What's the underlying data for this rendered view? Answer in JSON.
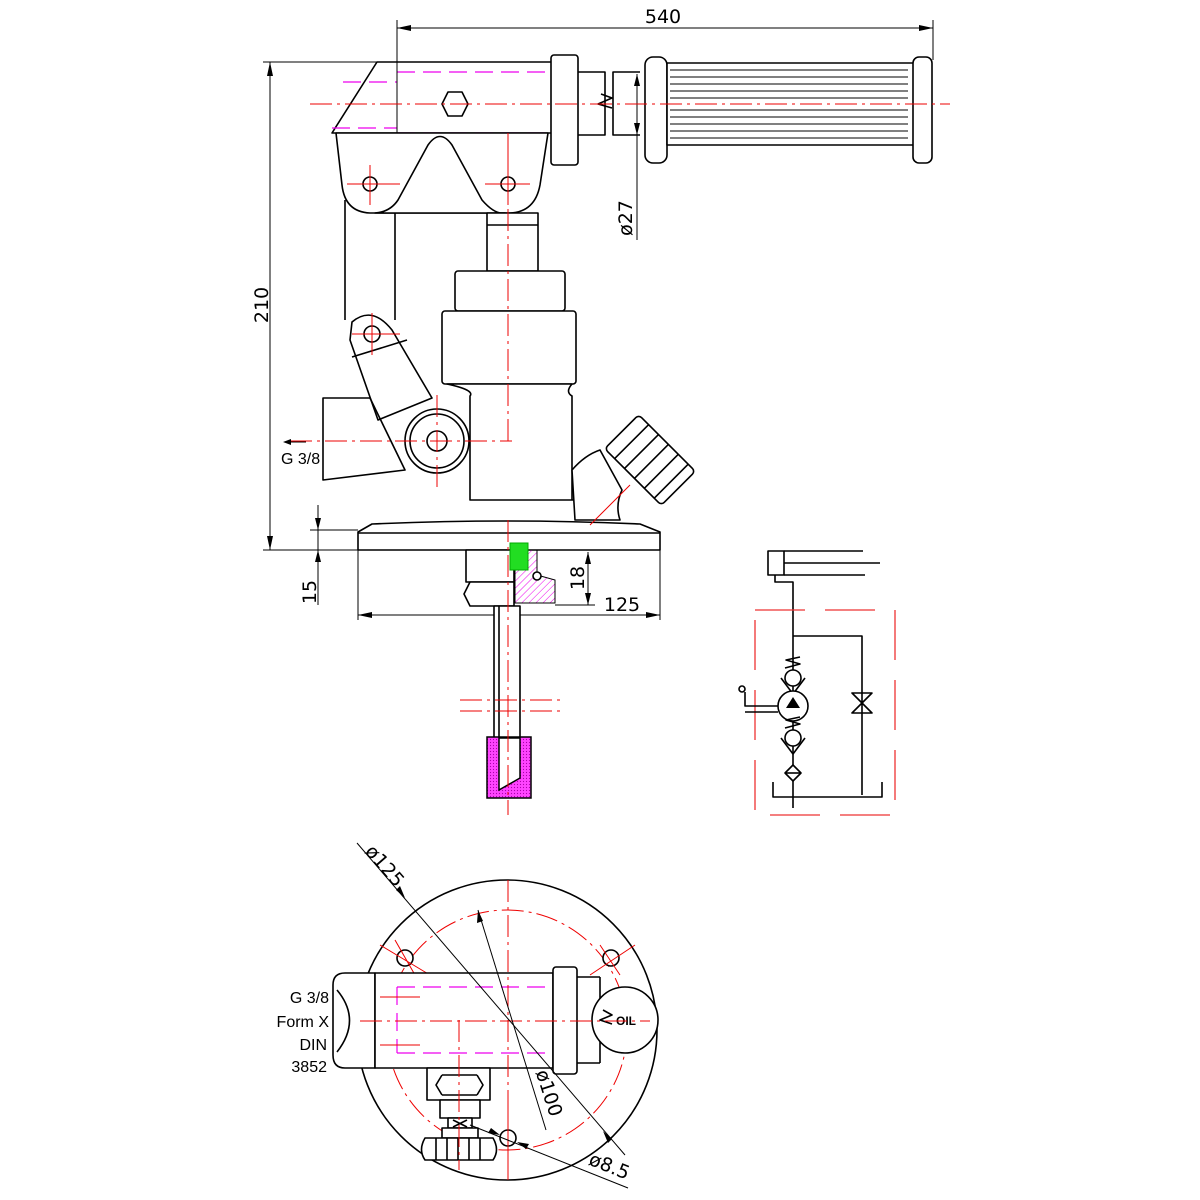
{
  "drawing": {
    "dimensions": {
      "overall_length": "540",
      "overall_height": "210",
      "grip_diameter": "ø27",
      "flange_thickness": "15",
      "nut_height": "18",
      "flange_width": "125",
      "flange_diameter": "ø125",
      "bolt_circle": "ø100",
      "hole_diameter": "ø8.5"
    },
    "labels": {
      "side_port": "G 3/8",
      "port_line1": "G 3/8",
      "port_line2": "Form X",
      "port_line3": "DIN",
      "port_line4": "3852",
      "filler_cap": "OIL"
    },
    "colors": {
      "outline": "#000000",
      "centerline": "#e00000",
      "hidden": "#e000e0",
      "spring": "#00cc33"
    }
  }
}
